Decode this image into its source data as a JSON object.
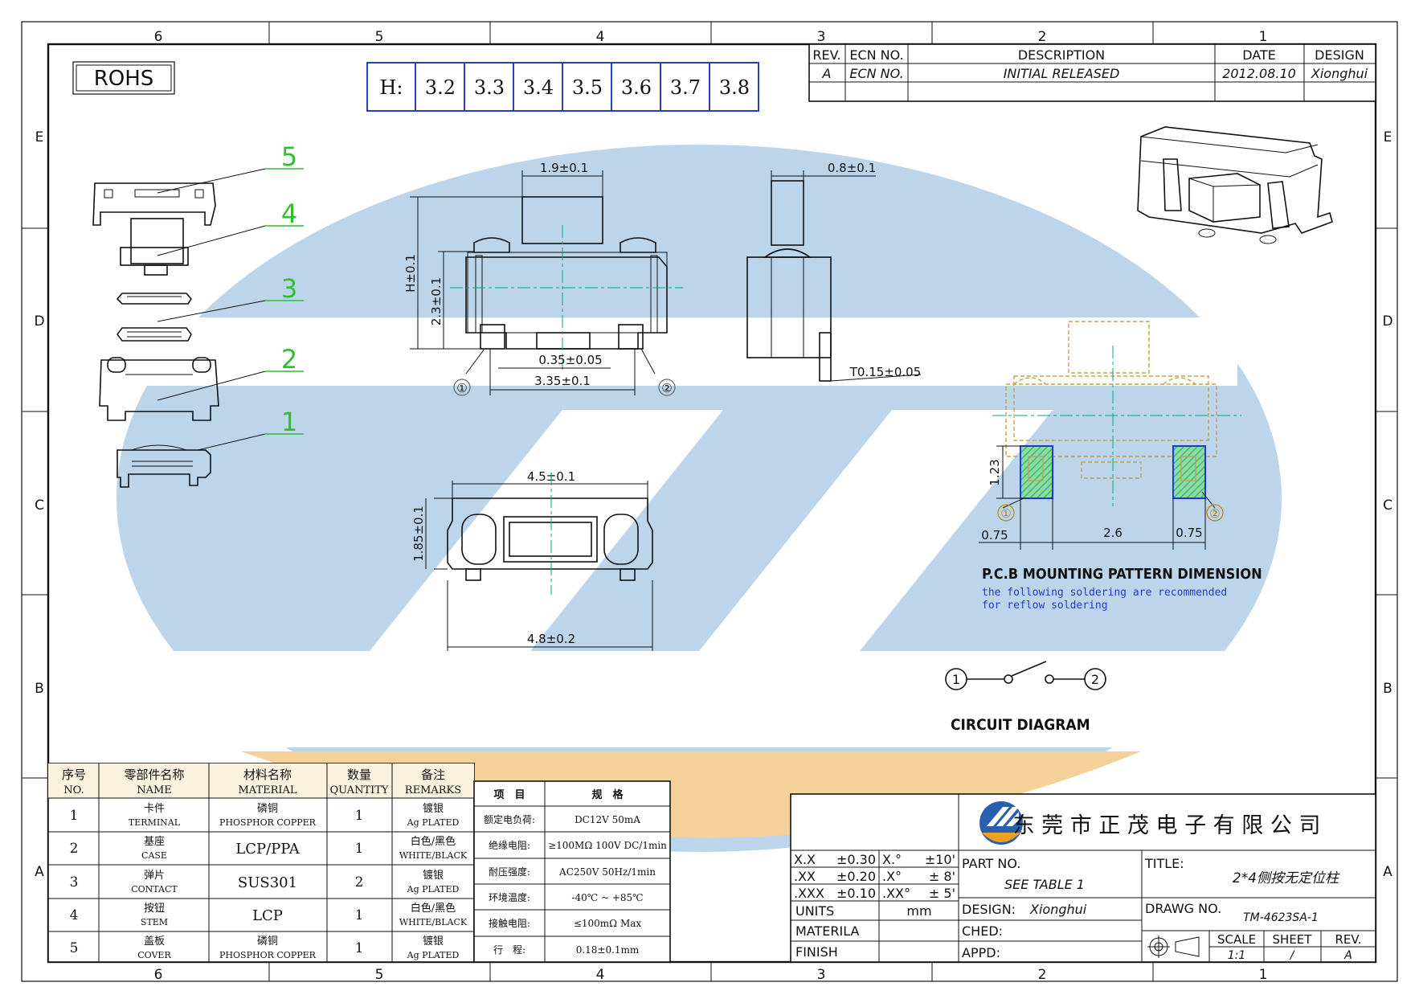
{
  "colors": {
    "watermark_blue": "#b9d3ea",
    "watermark_orange": "#f4cf94",
    "green_callout": "#2fbf2f",
    "table_orange": "#c98a1e",
    "pcb_blue": "#1f3bcf",
    "pad_green": "#3bbf6b"
  },
  "frame": {
    "col_labels": [
      "6",
      "5",
      "4",
      "3",
      "2",
      "1"
    ],
    "row_labels": [
      "E",
      "D",
      "C",
      "B",
      "A"
    ]
  },
  "rohs": "ROHS",
  "height_table": {
    "label": "H:",
    "values": [
      "3.2",
      "3.3",
      "3.4",
      "3.5",
      "3.6",
      "3.7",
      "3.8"
    ]
  },
  "revision": {
    "headers": [
      "REV.",
      "ECN NO.",
      "DESCRIPTION",
      "DATE",
      "DESIGN"
    ],
    "row": [
      "A",
      "ECN NO.",
      "INITIAL RELEASED",
      "2012.08.10",
      "Xionghui"
    ]
  },
  "callouts": [
    "5",
    "4",
    "3",
    "2",
    "1"
  ],
  "dims": {
    "width_top": "1.9±0.1",
    "h": "H±0.1",
    "h2": "2.3±0.1",
    "pin_w": "0.35±0.05",
    "pin_pitch": "3.35±0.1",
    "side_w": "0.8±0.1",
    "thickness": "T0.15±0.05",
    "top_w": "4.5±0.1",
    "top_h": "1.85±0.1",
    "bottom_w": "4.8±0.2",
    "pad_h": "1.23",
    "pad_w1": "0.75",
    "pad_gap": "2.6",
    "pad_w2": "0.75",
    "pin1": "①",
    "pin2": "②"
  },
  "pcb": {
    "title": "P.C.B MOUNTING PATTERN DIMENSION",
    "note1": "the following soldering are recommended",
    "note2": "for reflow soldering"
  },
  "circuit": {
    "title": "CIRCUIT DIAGRAM",
    "n1": "1",
    "n2": "2"
  },
  "bom": {
    "headers": [
      {
        "zh": "序号",
        "en": "NO."
      },
      {
        "zh": "零部件名称",
        "en": "NAME"
      },
      {
        "zh": "材料名称",
        "en": "MATERIAL"
      },
      {
        "zh": "数量",
        "en": "QUANTITY"
      },
      {
        "zh": "备注",
        "en": "REMARKS"
      }
    ],
    "rows": [
      {
        "no": "1",
        "name_zh": "卡件",
        "name_en": "TERMINAL",
        "mat_zh": "磷铜",
        "mat_en": "PHOSPHOR COPPER",
        "mat": "",
        "qty": "1",
        "rem_zh": "镀银",
        "rem_en": "Ag PLATED"
      },
      {
        "no": "2",
        "name_zh": "基座",
        "name_en": "CASE",
        "mat_zh": "",
        "mat_en": "",
        "mat": "LCP/PPA",
        "qty": "1",
        "rem_zh": "白色/黑色",
        "rem_en": "WHITE/BLACK"
      },
      {
        "no": "3",
        "name_zh": "弹片",
        "name_en": "CONTACT",
        "mat_zh": "",
        "mat_en": "",
        "mat": "SUS301",
        "qty": "2",
        "rem_zh": "镀银",
        "rem_en": "Ag PLATED"
      },
      {
        "no": "4",
        "name_zh": "按钮",
        "name_en": "STEM",
        "mat_zh": "",
        "mat_en": "",
        "mat": "LCP",
        "qty": "1",
        "rem_zh": "白色/黑色",
        "rem_en": "WHITE/BLACK"
      },
      {
        "no": "5",
        "name_zh": "盖板",
        "name_en": "COVER",
        "mat_zh": "磷铜",
        "mat_en": "PHOSPHOR COPPER",
        "mat": "",
        "qty": "1",
        "rem_zh": "镀银",
        "rem_en": "Ag PLATED"
      }
    ]
  },
  "spec": {
    "headers": [
      "项　目",
      "规　格"
    ],
    "rows": [
      [
        "额定电负荷:",
        "DC12V 50mA"
      ],
      [
        "绝缘电阻:",
        "≥100MΩ 100V DC/1min"
      ],
      [
        "耐压强度:",
        "AC250V 50Hz/1min"
      ],
      [
        "环境温度:",
        "-40℃ ~ +85℃"
      ],
      [
        "接触电阻:",
        "≤100mΩ Max"
      ],
      [
        "行　程:",
        "0.18±0.1mm"
      ]
    ]
  },
  "tolerance": {
    "rows": [
      [
        "X.X",
        "±0.30",
        "X.°",
        "±10'"
      ],
      [
        ".XX",
        "±0.20",
        ".X°",
        "± 8'"
      ],
      [
        ".XXX",
        "±0.10",
        ".XX°",
        "± 5'"
      ]
    ],
    "units_label": "UNITS",
    "units_value": "mm",
    "material_label": "MATERILA",
    "finish_label": "FINISH"
  },
  "title_block": {
    "company": "东 莞 市 正 茂 电 子 有 限 公 司",
    "part_label": "PART NO.",
    "part_value": "SEE TABLE 1",
    "design_label": "DESIGN:",
    "design_value": "Xionghui",
    "ched_label": "CHED:",
    "appd_label": "APPD:",
    "title_label": "TITLE:",
    "title_value": "2*4侧按无定位柱",
    "drawing_label": "DRAWG NO.",
    "drawing_value": "TM-4623SA-1",
    "scale_label": "SCALE",
    "scale_value": "1:1",
    "sheet_label": "SHEET",
    "sheet_value": "/",
    "rev_label": "REV.",
    "rev_value": "A"
  }
}
